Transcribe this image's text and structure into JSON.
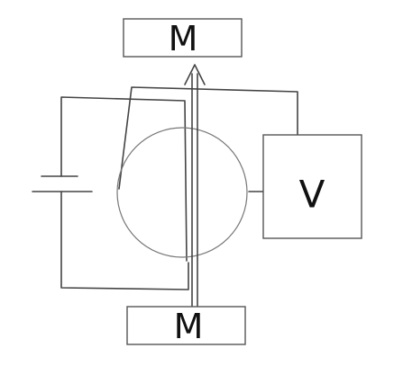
{
  "diagram": {
    "top_label": "M",
    "bottom_label": "M",
    "meter_label": "V",
    "stroke_color": "#444444",
    "circle_color": "#777777"
  }
}
